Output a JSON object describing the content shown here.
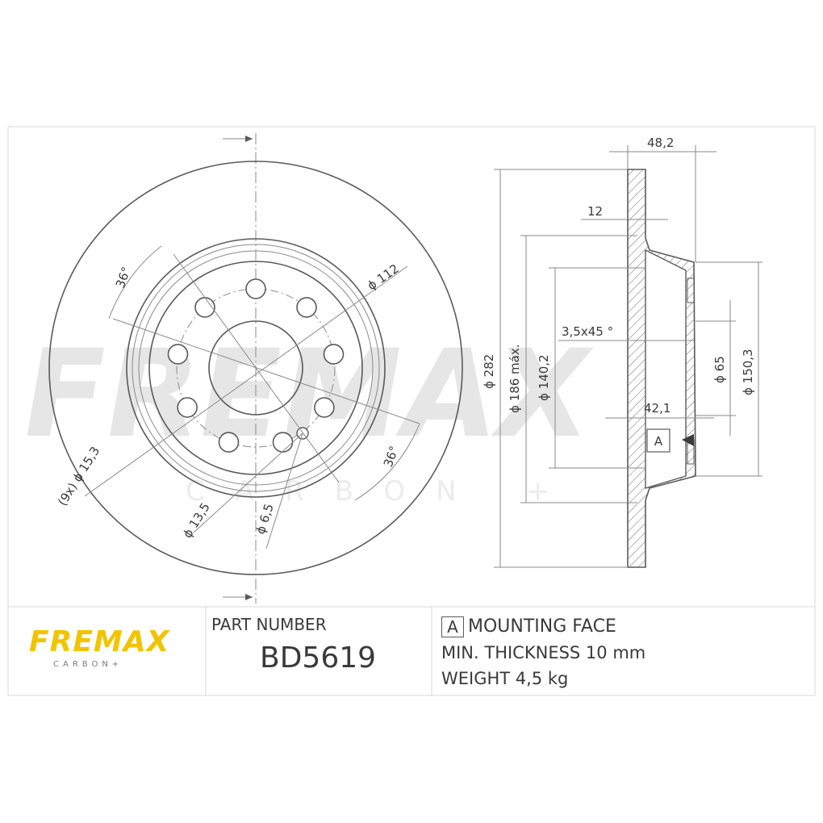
{
  "watermark": {
    "brand": "FREMAX",
    "sub": "CARBON +"
  },
  "front_view": {
    "diam_outer_hub_pcd": "ϕ 112",
    "angle_top": "36°",
    "angle_bottom": "36°",
    "holes_label": "(9x) ϕ 15,3",
    "diam_13_5": "ϕ 13,5",
    "diam_6_5": "ϕ 6,5"
  },
  "section_view": {
    "width_total": "48,2",
    "disc_thickness": "12",
    "chamfer": "3,5x45 °",
    "hub_height": "42,1",
    "diam_282": "ϕ 282",
    "diam_186": "ϕ 186 máx.",
    "diam_140": "ϕ 140,2",
    "diam_65": "ϕ 65",
    "diam_150": "ϕ 150,3",
    "datum": "A"
  },
  "title_block": {
    "logo_brand": "FREMAX",
    "logo_sub": "CARBON+",
    "part_number_label": "PART NUMBER",
    "part_number": "BD5619",
    "datum_box": "A",
    "mounting_face": "MOUNTING FACE",
    "min_thickness": "MIN. THICKNESS 10 mm",
    "weight": "WEIGHT 4,5 kg"
  },
  "colors": {
    "line": "#5a5a5a",
    "logo_yellow": "#f2c400",
    "watermark": "#e6e6e6"
  }
}
